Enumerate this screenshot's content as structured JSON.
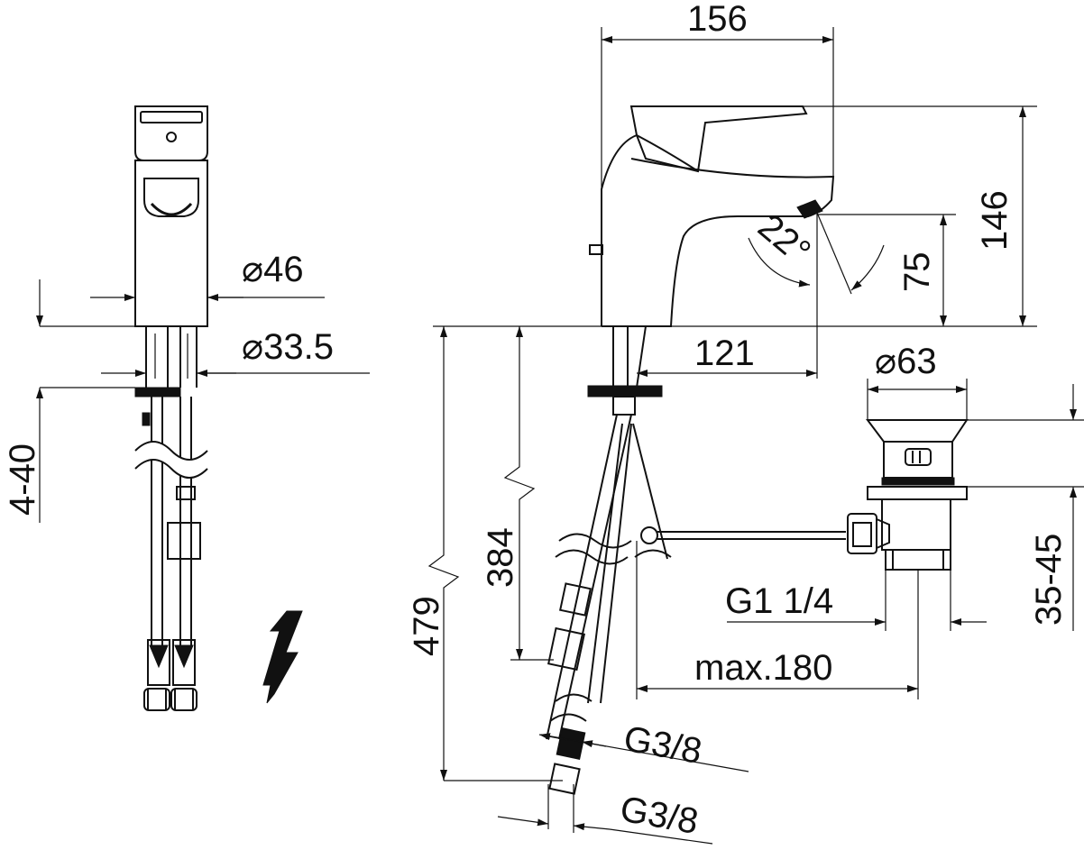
{
  "dimensions": {
    "spout_length": "156",
    "height": "146",
    "spout_height": "75",
    "spout_angle": "22°",
    "body_diameter": "⌀46",
    "base_diameter": "⌀33.5",
    "deck_thickness": "4-40",
    "spout_reach": "121",
    "waste_diameter": "⌀63",
    "hose_length_total": "479",
    "hose_length": "384",
    "waste_thread": "G1 1/4",
    "pull_rod_length": "max.180",
    "hose_thread_upper": "G3/8",
    "hose_thread_lower": "G3/8",
    "waste_height": "35-45"
  },
  "icons": {
    "electric": "lightning-bolt-icon"
  },
  "colors": {
    "line": "#111111",
    "background": "#ffffff"
  }
}
